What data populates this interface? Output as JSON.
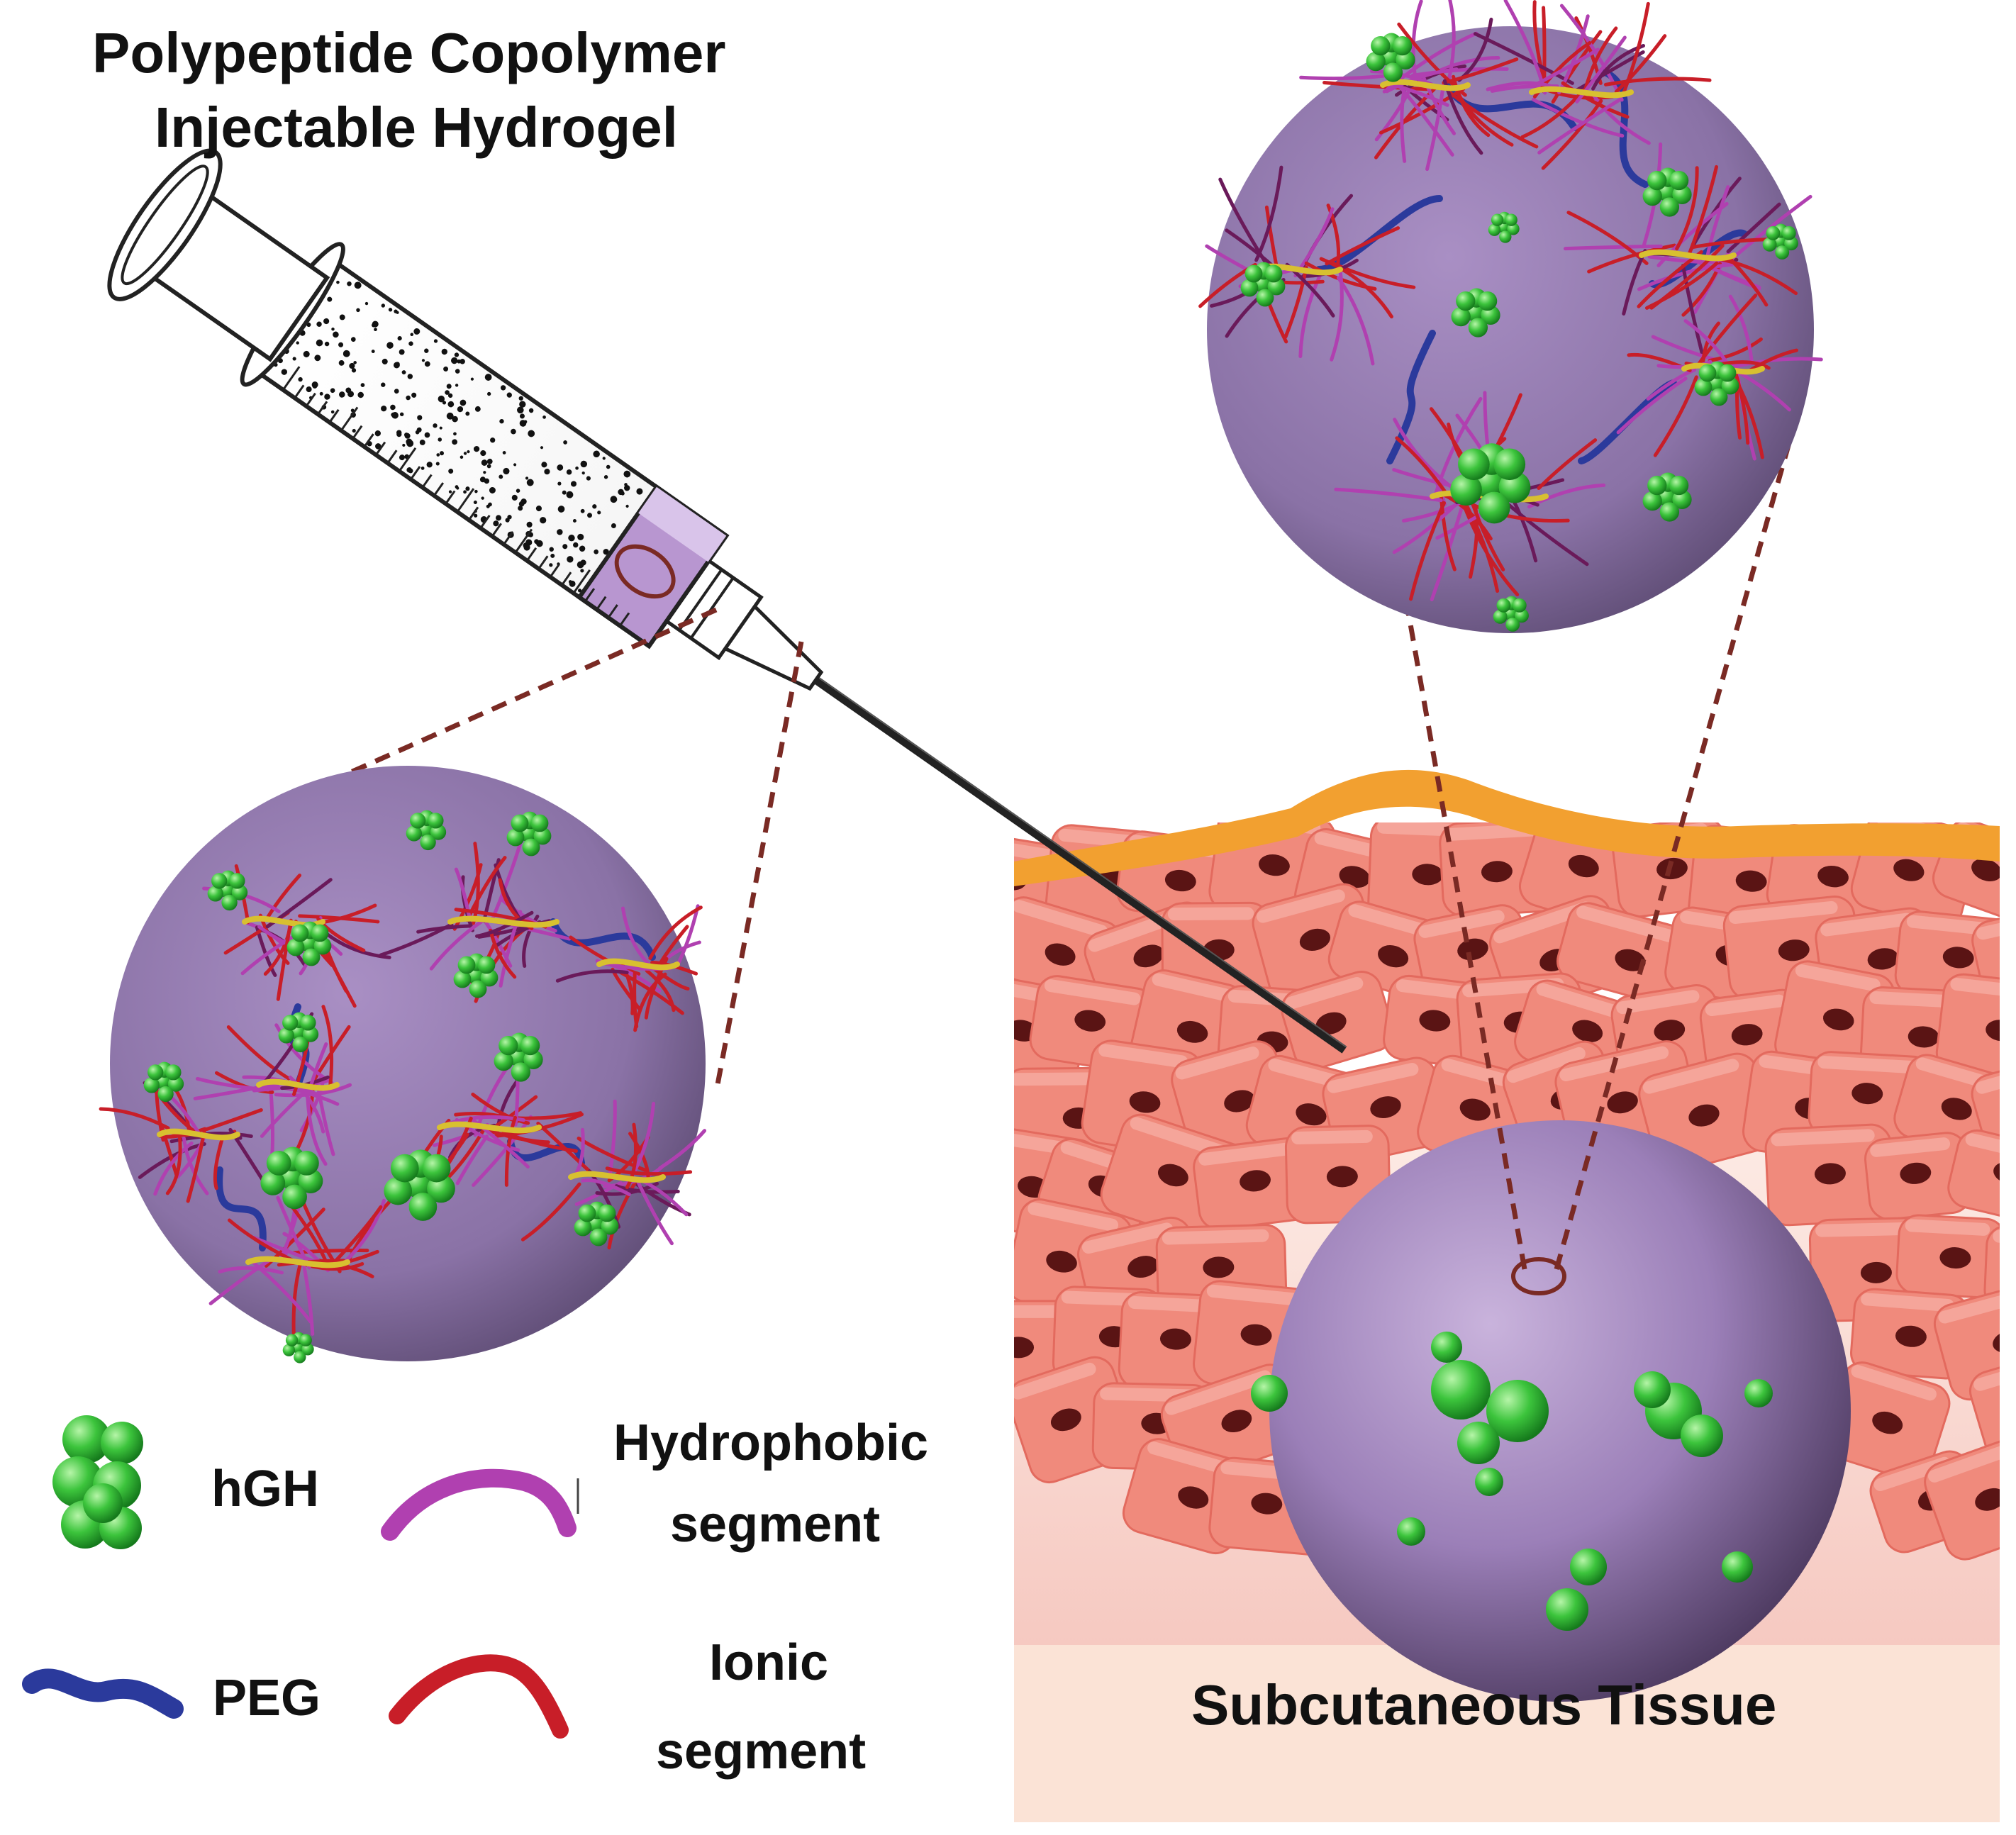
{
  "title": {
    "line1": "Polypeptide  Copolymer",
    "line2": "Injectable  Hydrogel"
  },
  "legend": {
    "hgh": "hGH",
    "hydrophobic_line1": "Hydrophobic",
    "hydrophobic_line2": "segment",
    "peg": "PEG",
    "ionic_line1": "Ionic",
    "ionic_line2": "segment"
  },
  "tissue": {
    "label": "Subcutaneous Tissue"
  },
  "colors": {
    "hgh_green": "#3cc43c",
    "peg_blue": "#2b3a9c",
    "hydrophobic_magenta": "#b040b0",
    "ionic_red": "#c81e28",
    "crosslink_yellow": "#d8c030",
    "gel_purple": "#9b7fb8",
    "cell_salmon": "#f08a7c",
    "nucleus_dark": "#5a1414",
    "skin_orange": "#f2a030",
    "tissue_bg": "#fbe3d6",
    "dashed_line": "#7a2a24"
  }
}
